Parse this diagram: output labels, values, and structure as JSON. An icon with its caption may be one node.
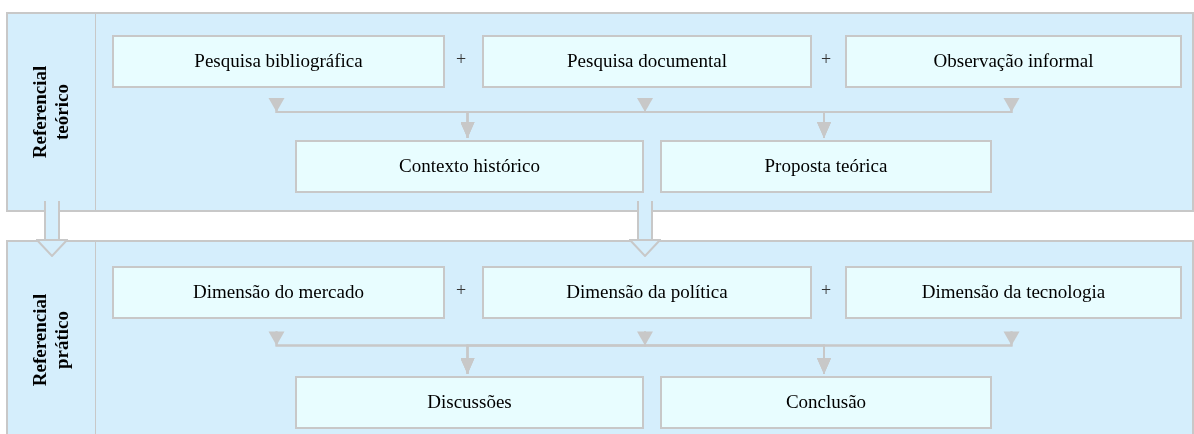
{
  "diagram": {
    "nodes": [
      {
        "text": [
          "Referencial teórico"
        ]
      },
      {
        "text": [
          "Pesquisa bibliográfica"
        ],
        "in": 0
      },
      {
        "text": [
          "Pesquisa documental"
        ],
        "in": 0
      },
      {
        "text": [
          "Observação informal"
        ],
        "in": 0
      },
      {
        "text": [
          "Contexto histórico"
        ],
        "in": 0
      },
      {
        "text": [
          "Proposta teórica"
        ],
        "in": 0
      },
      {
        "text": [
          "Referencial prático"
        ]
      },
      {
        "text": [
          "Dimensão do mercado"
        ],
        "in": 6
      },
      {
        "text": [
          "Dimensão da política"
        ],
        "in": 6
      },
      {
        "text": [
          "Dimensão da tecnologia"
        ],
        "in": 6
      },
      {
        "text": [
          "Discussões"
        ],
        "in": 6
      },
      {
        "text": [
          "Conclusão"
        ],
        "in": 6
      }
    ],
    "edges": [
      {
        "from": 1,
        "to": 4,
        "arrow": "to"
      },
      {
        "from": 1,
        "to": 5,
        "arrow": "to"
      },
      {
        "from": 2,
        "to": 4,
        "arrow": "to"
      },
      {
        "from": 2,
        "to": 5,
        "arrow": "to"
      },
      {
        "from": 3,
        "to": 4,
        "arrow": "to"
      },
      {
        "from": 3,
        "to": 5,
        "arrow": "to"
      },
      {
        "from": 7,
        "to": 10,
        "arrow": "to"
      },
      {
        "from": 7,
        "to": 11,
        "arrow": "to"
      },
      {
        "from": 8,
        "to": 10,
        "arrow": "to"
      },
      {
        "from": 8,
        "to": 11,
        "arrow": "to"
      },
      {
        "from": 9,
        "to": 10,
        "arrow": "to"
      },
      {
        "from": 9,
        "to": 11,
        "arrow": "to"
      },
      {
        "from": 0,
        "to": 6,
        "arrow": "to",
        "style": "thick"
      },
      {
        "from": 0,
        "to": 6,
        "arrow": "to",
        "style": "thick"
      }
    ],
    "labels": [
      "+",
      "+",
      "+",
      "+"
    ]
  }
}
